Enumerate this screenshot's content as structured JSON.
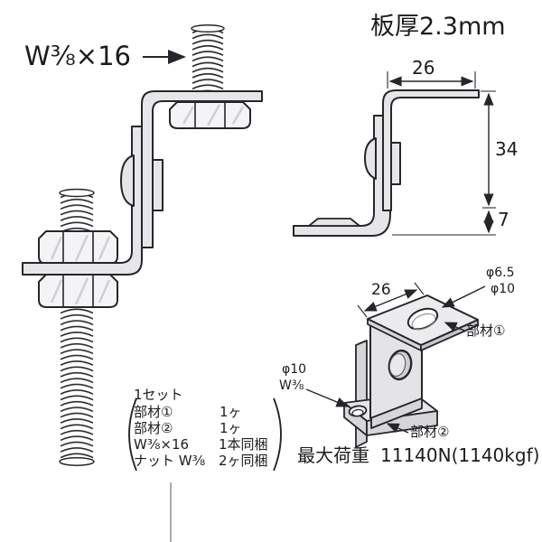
{
  "title_note": "板厚2.3mm",
  "left_view": {
    "bolt_label": "W⅜×16"
  },
  "side_view": {
    "dim_width": "26",
    "dim_height": "34",
    "dim_foot": "7"
  },
  "iso_view": {
    "dim_width": "26",
    "hole_top_a": "φ6.5",
    "hole_top_b": "φ10",
    "part1_label": "部材①",
    "hole_bottom_a": "φ10",
    "hole_bottom_b": "W⅜",
    "part2_label": "部材②"
  },
  "parts_list": {
    "lines": [
      {
        "name": "1セット",
        "qty": ""
      },
      {
        "name": "部材①",
        "qty": "1ヶ"
      },
      {
        "name": "部材②",
        "qty": "1ヶ"
      },
      {
        "name": "W⅜×16",
        "qty": "1本同梱"
      },
      {
        "name": "ナット W⅜",
        "qty": "2ヶ同梱"
      }
    ]
  },
  "load_rating": {
    "label": "最大荷重",
    "value": "11140N(1140kgf)"
  },
  "colors": {
    "line": "#26262a",
    "metal_light": "#e6e6e8",
    "metal_mid": "#d6d6d9",
    "metal_dark": "#c7c7cb",
    "nut_face": "#f4f4f6"
  }
}
